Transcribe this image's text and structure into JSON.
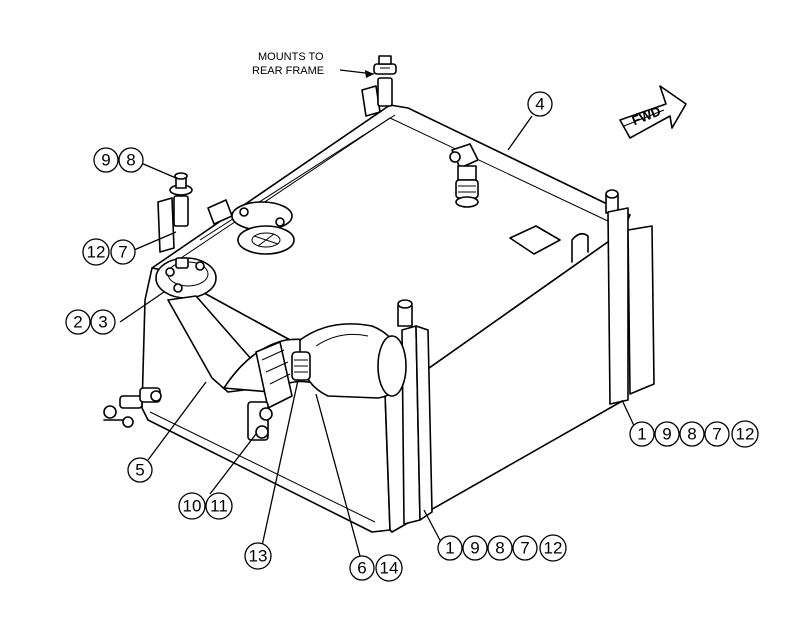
{
  "note": {
    "line1": "MOUNTS TO",
    "line2": "REAR FRAME"
  },
  "fwd_label": "FWD",
  "callouts": [
    {
      "name": "callout-4",
      "labels": [
        "4"
      ]
    },
    {
      "name": "callout-9-8",
      "labels": [
        "9",
        "8"
      ]
    },
    {
      "name": "callout-12-7",
      "labels": [
        "12",
        "7"
      ]
    },
    {
      "name": "callout-2-3",
      "labels": [
        "2",
        "3"
      ]
    },
    {
      "name": "callout-5",
      "labels": [
        "5"
      ]
    },
    {
      "name": "callout-10-11",
      "labels": [
        "10",
        "11"
      ]
    },
    {
      "name": "callout-13",
      "labels": [
        "13"
      ]
    },
    {
      "name": "callout-6-14",
      "labels": [
        "6",
        "14"
      ]
    },
    {
      "name": "callout-1-9-8-7-12-center",
      "labels": [
        "1",
        "9",
        "8",
        "7",
        "12"
      ]
    },
    {
      "name": "callout-1-9-8-7-12-right",
      "labels": [
        "1",
        "9",
        "8",
        "7",
        "12"
      ]
    }
  ]
}
